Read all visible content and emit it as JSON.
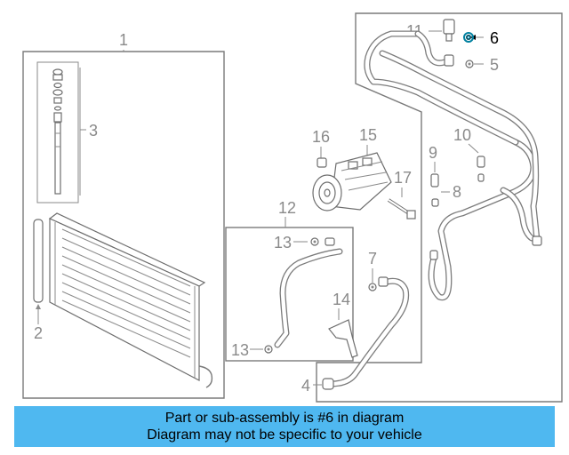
{
  "diagram": {
    "callouts": {
      "c1": "1",
      "c2": "2",
      "c3": "3",
      "c4": "4",
      "c5": "5",
      "c6": "6",
      "c7": "7",
      "c8": "8",
      "c9": "9",
      "c10": "10",
      "c11": "11",
      "c12": "12",
      "c13a": "13",
      "c13b": "13",
      "c14": "14",
      "c15": "15",
      "c16": "16",
      "c17": "17"
    },
    "highlight_color": "#0080a0",
    "line_color": "#7a7a7a"
  },
  "caption": {
    "line1": "Part or sub-assembly is #6 in diagram",
    "line2": "Diagram may not be specific to your vehicle",
    "background": "#4fb8f0"
  }
}
